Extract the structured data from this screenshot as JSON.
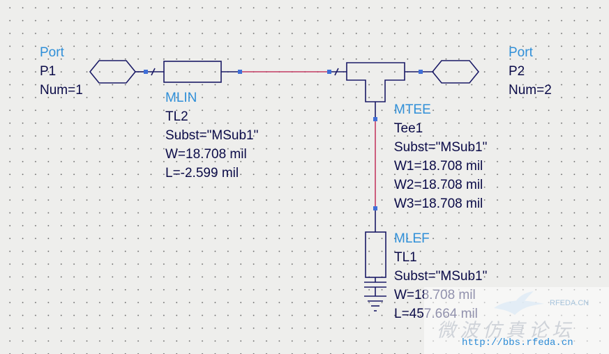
{
  "colors": {
    "component": "#1a1a66",
    "wire": "#c43a63",
    "pin": "#3f6fd8",
    "type_label": "#2f8fd8",
    "text_label": "#0b0b48"
  },
  "components": {
    "port1": {
      "type": "Port",
      "name": "P1",
      "params": [
        "Num=1"
      ]
    },
    "port2": {
      "type": "Port",
      "name": "P2",
      "params": [
        "Num=2"
      ]
    },
    "mlin": {
      "type": "MLIN",
      "name": "TL2",
      "params": [
        "Subst=\"MSub1\"",
        "W=18.708 mil",
        "L=-2.599 mil"
      ]
    },
    "mtee": {
      "type": "MTEE",
      "name": "Tee1",
      "params": [
        "Subst=\"MSub1\"",
        "W1=18.708 mil",
        "W2=18.708 mil",
        "W3=18.708 mil"
      ]
    },
    "mlef": {
      "type": "MLEF",
      "name": "TL1",
      "params": [
        "Subst=\"MSub1\"",
        "W=18.708 mil",
        "L=457.664 mil"
      ]
    }
  },
  "watermark": {
    "logo": "RFEDA.CN",
    "title": "微波仿真论坛",
    "url": "http://bbs.rfeda.cn"
  }
}
